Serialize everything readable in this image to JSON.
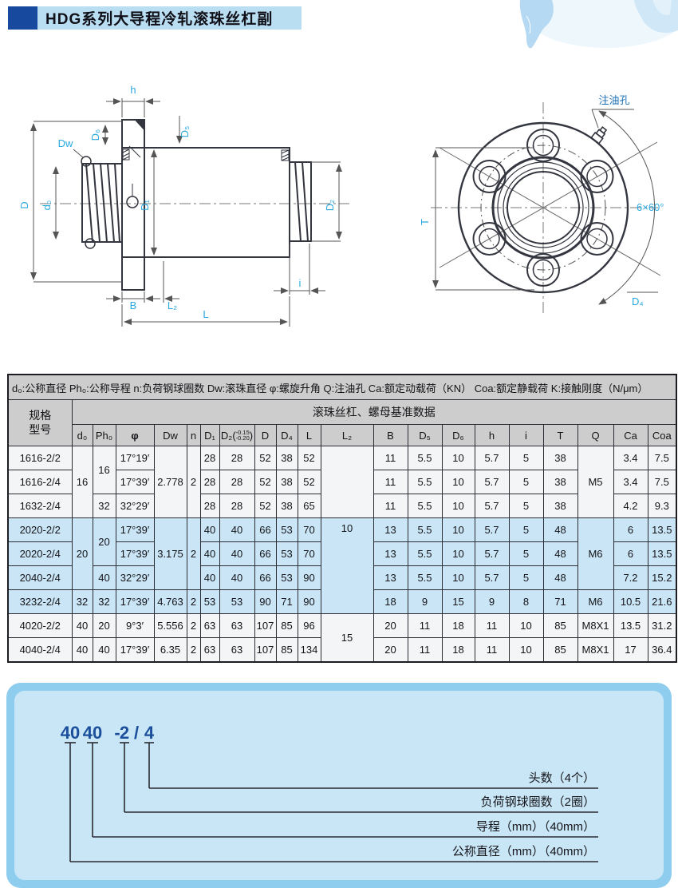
{
  "header": {
    "title": "HDG系列大导程冷轧滚珠丝杠副"
  },
  "diagram": {
    "side_view": {
      "labels": {
        "h": "h",
        "d6": "D₆",
        "d5": "D₅",
        "dw": "Dw",
        "d": "D",
        "d0": "d₀",
        "d1": "D₁",
        "d2": "D₂",
        "b": "B",
        "l2": "L₂",
        "i": "i",
        "l": "L"
      }
    },
    "front_view": {
      "labels": {
        "oil": "注油孔",
        "t": "T",
        "angle": "6×60°",
        "d4": "D₄"
      }
    }
  },
  "table": {
    "notes": "d₀:公称直径 Ph₀:公称导程 n:负荷钢球圈数  Dw:滚珠直径  φ:螺旋升角  Q:注油孔  Ca:额定动载荷（KN） Coa:额定静载荷 K:接触刚度（N/μm）",
    "spec_line1": "规格",
    "spec_line2": "型号",
    "group_header": "滚珠丝杠、螺母基准数据",
    "columns": {
      "d0": "d₀",
      "ph0": "Ph₀",
      "phi": "φ",
      "dw": "Dw",
      "n": "n",
      "d1": "D₁",
      "d2_base": "D₂",
      "d2_open": "(",
      "d2_top": "-0.15",
      "d2_bot": "-0.20",
      "d2_close": ")",
      "d": "D",
      "d4": "D₄",
      "l": "L",
      "l2": "L₂",
      "b": "B",
      "d5": "D₅",
      "d6": "D₆",
      "h": "h",
      "i": "i",
      "t": "T",
      "q": "Q",
      "ca": "Ca",
      "coa": "Coa"
    },
    "rows": [
      {
        "model": "1616-2/2",
        "d0": "16",
        "ph0": "16",
        "phi": "17°19′",
        "dw": "2.778",
        "n": "2",
        "d1": "28",
        "d2": "28",
        "d": "52",
        "d4": "38",
        "l": "52",
        "l2": "",
        "b": "11",
        "d5": "5.5",
        "d6": "10",
        "h": "5.7",
        "i": "5",
        "t": "38",
        "q": "M5",
        "ca": "3.4",
        "coa": "7.5"
      },
      {
        "model": "1616-2/4",
        "phi": "17°39′",
        "d1": "28",
        "d2": "28",
        "d": "52",
        "d4": "38",
        "l": "52",
        "b": "11",
        "d5": "5.5",
        "d6": "10",
        "h": "5.7",
        "i": "5",
        "t": "38",
        "ca": "3.4",
        "coa": "7.5"
      },
      {
        "model": "1632-2/4",
        "ph0": "32",
        "phi": "32°29′",
        "d1": "28",
        "d2": "28",
        "d": "52",
        "d4": "38",
        "l": "65",
        "b": "11",
        "d5": "5.5",
        "d6": "10",
        "h": "5.7",
        "i": "5",
        "t": "38",
        "ca": "4.2",
        "coa": "9.3"
      },
      {
        "model": "2020-2/2",
        "d0": "20",
        "ph0": "20",
        "phi": "17°39′",
        "dw": "3.175",
        "n": "2",
        "d1": "40",
        "d2": "40",
        "d": "66",
        "d4": "53",
        "l": "70",
        "l2": "10",
        "b": "13",
        "d5": "5.5",
        "d6": "10",
        "h": "5.7",
        "i": "5",
        "t": "48",
        "q": "M6",
        "ca": "6",
        "coa": "13.5"
      },
      {
        "model": "2020-2/4",
        "phi": "17°39′",
        "d1": "40",
        "d2": "40",
        "d": "66",
        "d4": "53",
        "l": "70",
        "b": "13",
        "d5": "5.5",
        "d6": "10",
        "h": "5.7",
        "i": "5",
        "t": "48",
        "ca": "6",
        "coa": "13.5"
      },
      {
        "model": "2040-2/4",
        "ph0": "40",
        "phi": "32°29′",
        "d1": "40",
        "d2": "40",
        "d": "66",
        "d4": "53",
        "l": "90",
        "b": "13",
        "d5": "5.5",
        "d6": "10",
        "h": "5.7",
        "i": "5",
        "t": "48",
        "ca": "7.2",
        "coa": "15.2"
      },
      {
        "model": "3232-2/4",
        "d0": "32",
        "ph0": "32",
        "phi": "17°39′",
        "dw": "4.763",
        "n": "2",
        "d1": "53",
        "d2": "53",
        "d": "90",
        "d4": "71",
        "l": "90",
        "b": "18",
        "d5": "9",
        "d6": "15",
        "h": "9",
        "i": "8",
        "t": "71",
        "q": "M6",
        "ca": "10.5",
        "coa": "21.6"
      },
      {
        "model": "4020-2/2",
        "d0": "40",
        "ph0": "20",
        "phi": "9°3′",
        "dw": "5.556",
        "n": "2",
        "d1": "63",
        "d2": "63",
        "d": "107",
        "d4": "85",
        "l": "96",
        "l2": "15",
        "b": "20",
        "d5": "11",
        "d6": "18",
        "h": "11",
        "i": "10",
        "t": "85",
        "q": "M8X1",
        "ca": "13.5",
        "coa": "31.2"
      },
      {
        "model": "4040-2/4",
        "d0": "40",
        "ph0": "40",
        "phi": "17°39′",
        "dw": "6.35",
        "n": "2",
        "d1": "63",
        "d2": "63",
        "d": "107",
        "d4": "85",
        "l": "134",
        "b": "20",
        "d5": "11",
        "d6": "18",
        "h": "11",
        "i": "10",
        "t": "85",
        "q": "M8X1",
        "ca": "17",
        "coa": "36.4"
      }
    ]
  },
  "nomenclature": {
    "code": {
      "p1": "40",
      "p2": "40",
      "dash": "-",
      "p3": "2",
      "slash": "/",
      "p4": "4"
    },
    "labels": {
      "heads": "头数（4个）",
      "circuits": "负荷钢球圈数（2圈）",
      "lead": "导程（mm）（40mm）",
      "diameter": "公称直径（mm）（40mm）"
    }
  },
  "colors": {
    "accent_blue": "#17499e",
    "bar_blue": "#b9ddf1",
    "row_blue": "#c9e5f6",
    "label_cyan": "#2aa9e0"
  }
}
